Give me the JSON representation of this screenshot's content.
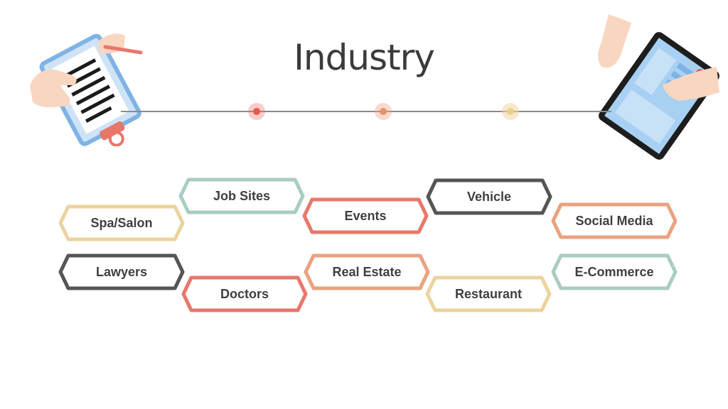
{
  "title": "Industry",
  "colors": {
    "sage": "#a9cdc0",
    "coral": "#e8776b",
    "dark": "#555555",
    "peach": "#eaa27f",
    "sand": "#ebd39e"
  },
  "tags": [
    {
      "id": "job-sites",
      "label": "Job Sites",
      "color": "#a9cdc0"
    },
    {
      "id": "events",
      "label": "Events",
      "color": "#e8776b"
    },
    {
      "id": "vehicle",
      "label": "Vehicle",
      "color": "#555555"
    },
    {
      "id": "spa-salon",
      "label": "Spa/Salon",
      "color": "#ebd39e"
    },
    {
      "id": "social-media",
      "label": "Social Media",
      "color": "#eaa27f"
    },
    {
      "id": "lawyers",
      "label": "Lawyers",
      "color": "#555555"
    },
    {
      "id": "real-estate",
      "label": "Real Estate",
      "color": "#eaa27f"
    },
    {
      "id": "e-commerce",
      "label": "E-Commerce",
      "color": "#a9cdc0"
    },
    {
      "id": "doctors",
      "label": "Doctors",
      "color": "#e8776b"
    },
    {
      "id": "restaurant",
      "label": "Restaurant",
      "color": "#ebd39e"
    }
  ],
  "icons": [
    "clipboard-icon",
    "tablet-icon"
  ]
}
